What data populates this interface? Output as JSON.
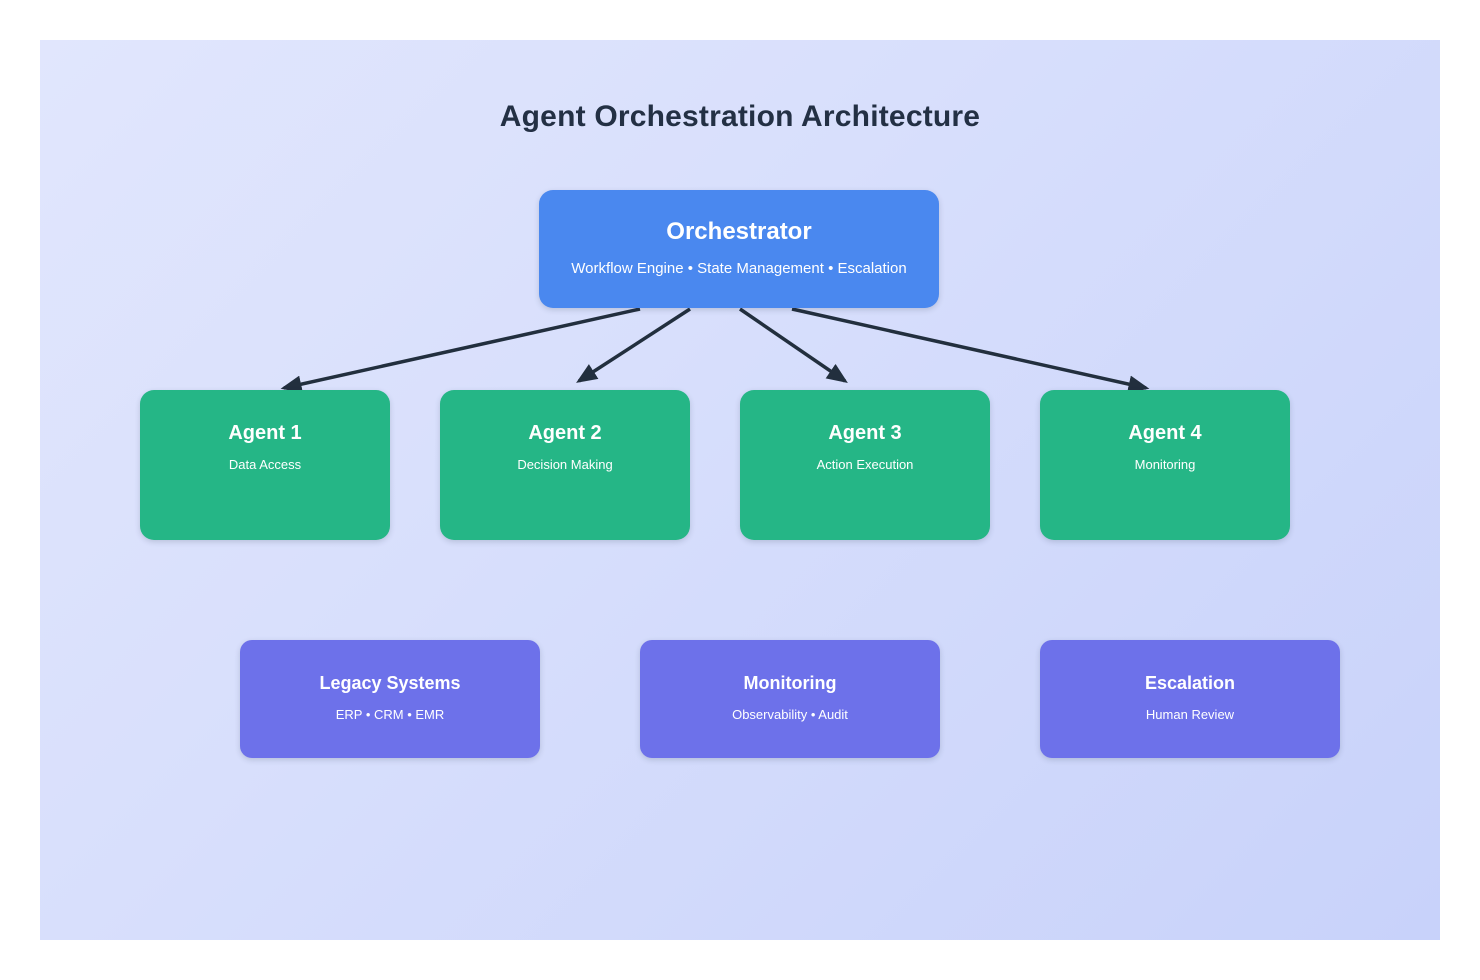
{
  "title": "Agent Orchestration Architecture",
  "colors": {
    "page_background": "#ffffff",
    "panel_gradient_start": "#e1e6fd",
    "panel_gradient_end": "#c8d2fa",
    "orchestrator_fill": "#4a88ef",
    "agent_fill": "#25b686",
    "system_fill": "#6d71ea",
    "arrow": "#222f3e",
    "title_text": "#233044",
    "node_text": "#ffffff"
  },
  "orchestrator": {
    "title": "Orchestrator",
    "subtitle": "Workflow Engine • State Management • Escalation"
  },
  "agents": [
    {
      "title": "Agent 1",
      "subtitle": "Data Access"
    },
    {
      "title": "Agent 2",
      "subtitle": "Decision Making"
    },
    {
      "title": "Agent 3",
      "subtitle": "Action Execution"
    },
    {
      "title": "Agent 4",
      "subtitle": "Monitoring"
    }
  ],
  "systems": [
    {
      "title": "Legacy Systems",
      "subtitle": "ERP • CRM • EMR"
    },
    {
      "title": "Monitoring",
      "subtitle": "Observability • Audit"
    },
    {
      "title": "Escalation",
      "subtitle": "Human Review"
    }
  ]
}
